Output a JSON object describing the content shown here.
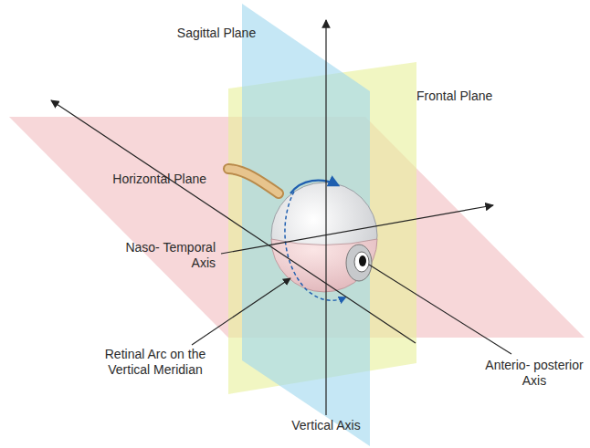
{
  "diagram": {
    "labels": [
      "Sagittal Plane",
      "Frontal Plane",
      "Horizontal Plane",
      "Naso- Temporal Axis",
      "Retinal Arc on the Vertical Meridian",
      "Anterio- posterior Axis",
      "Vertical Axis"
    ]
  }
}
